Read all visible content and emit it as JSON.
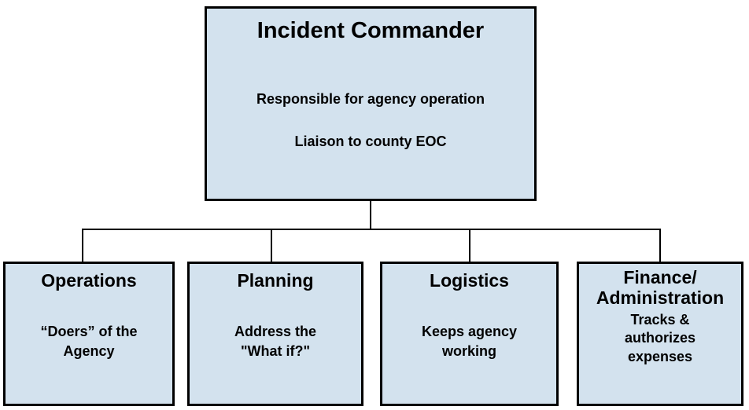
{
  "chart": {
    "root": {
      "title": "Incident Commander",
      "lines": [
        "Responsible for agency operation",
        "Liaison to county EOC"
      ]
    },
    "children": [
      {
        "title": "Operations",
        "body": "“Doers” of the\nAgency"
      },
      {
        "title": "Planning",
        "body": "Address the\n\"What if?\""
      },
      {
        "title": "Logistics",
        "body": "Keeps agency\nworking"
      },
      {
        "title": "Finance/\nAdministration",
        "body": "Tracks &\nauthorizes\nexpenses"
      }
    ],
    "colors": {
      "box_fill": "#d3e2ee",
      "box_border": "#000000",
      "connector": "#000000",
      "text": "#000000",
      "background": "#ffffff"
    }
  }
}
